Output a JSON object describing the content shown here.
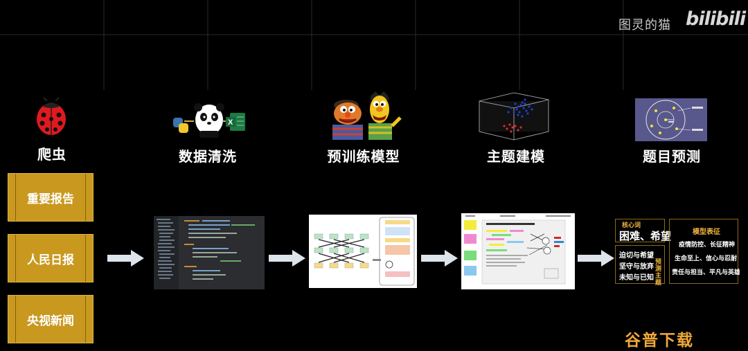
{
  "watermark": {
    "channel": "图灵的猫",
    "logo": "bilibili",
    "bottom": "谷普下载"
  },
  "stages": [
    {
      "label": "爬虫",
      "icon": "ladybug-icon"
    },
    {
      "label": "数据清洗",
      "icon": "python-panda-excel-icon"
    },
    {
      "label": "预训练模型",
      "icon": "ernie-bert-icon"
    },
    {
      "label": "主题建模",
      "icon": "scatter-cube-icon"
    },
    {
      "label": "题目预测",
      "icon": "cluster-diagram-icon"
    }
  ],
  "sources": [
    "重要报告",
    "人民日报",
    "央视新闻"
  ],
  "extraction": {
    "core_words_head": "核心词",
    "core_words": "困难、希望",
    "pairs": [
      "迫切与希望",
      "坚守与放弃",
      "未知与已知"
    ],
    "predict_label": "预测主题",
    "model_head": "模型表征",
    "model_lines": [
      "疫情防控、长征精神",
      "生命至上、信心与忍耐",
      "责任与担当、平凡与英雄"
    ]
  },
  "colors": {
    "accent": "#c9981e",
    "background": "#000000"
  }
}
